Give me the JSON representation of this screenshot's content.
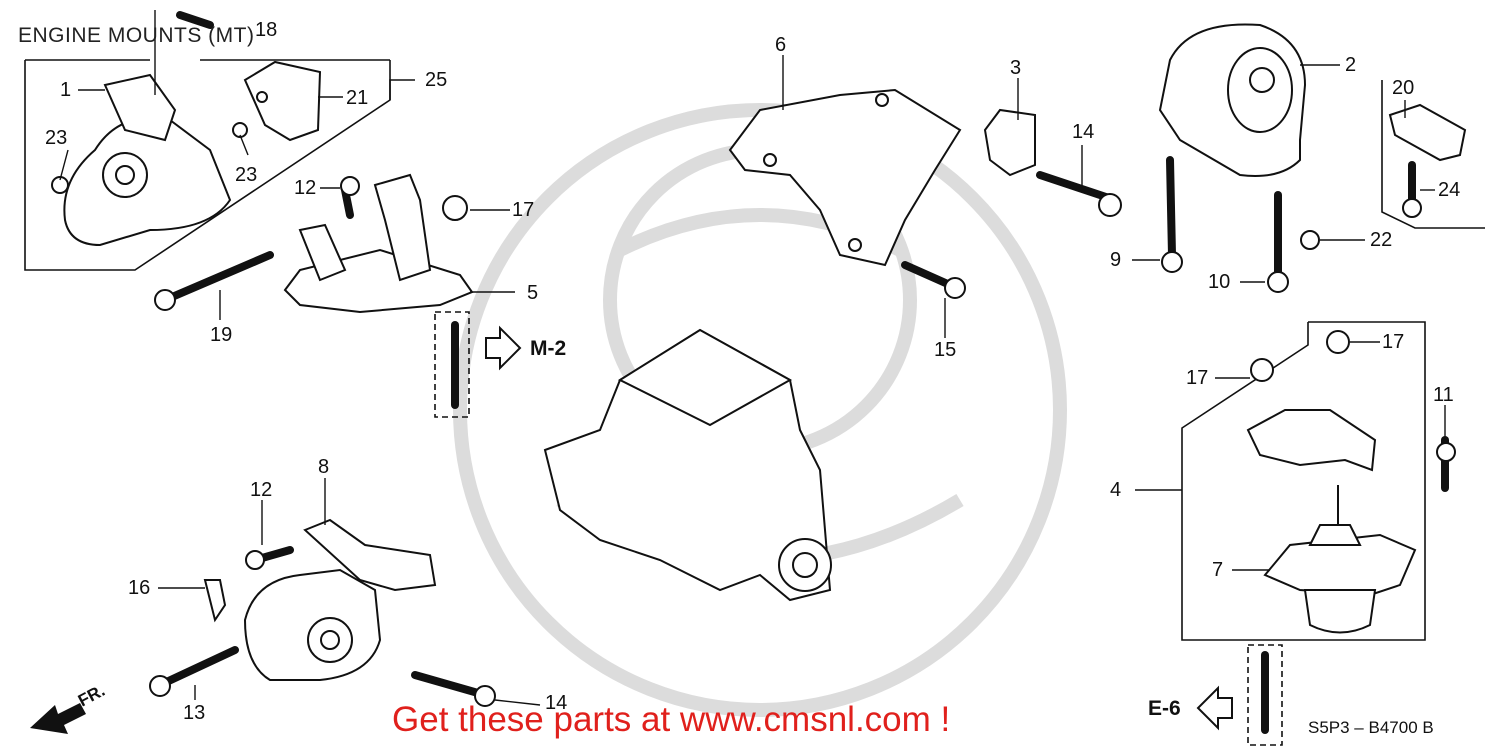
{
  "title": "ENGINE MOUNTS (MT)",
  "banner": "Get these parts at www.cmsnl.com !",
  "diagram_code": "S5P3 – B4700 B",
  "direction_label": "FR.",
  "references": {
    "m2": "M-2",
    "e6": "E-6"
  },
  "callouts": {
    "c1": "1",
    "c2": "2",
    "c3": "3",
    "c4": "4",
    "c5": "5",
    "c6": "6",
    "c7": "7",
    "c8": "8",
    "c9": "9",
    "c10": "10",
    "c11": "11",
    "c12a": "12",
    "c12b": "12",
    "c13": "13",
    "c14a": "14",
    "c14b": "14",
    "c15": "15",
    "c16": "16",
    "c17a": "17",
    "c17b": "17",
    "c17c": "17",
    "c18": "18",
    "c19": "19",
    "c20": "20",
    "c21": "21",
    "c22": "22",
    "c23a": "23",
    "c23b": "23",
    "c24": "24",
    "c25": "25"
  },
  "colors": {
    "ink": "#111111",
    "banner": "#e0201c",
    "watermark": "#d9d9d9",
    "part_fill": "#ffffff"
  }
}
